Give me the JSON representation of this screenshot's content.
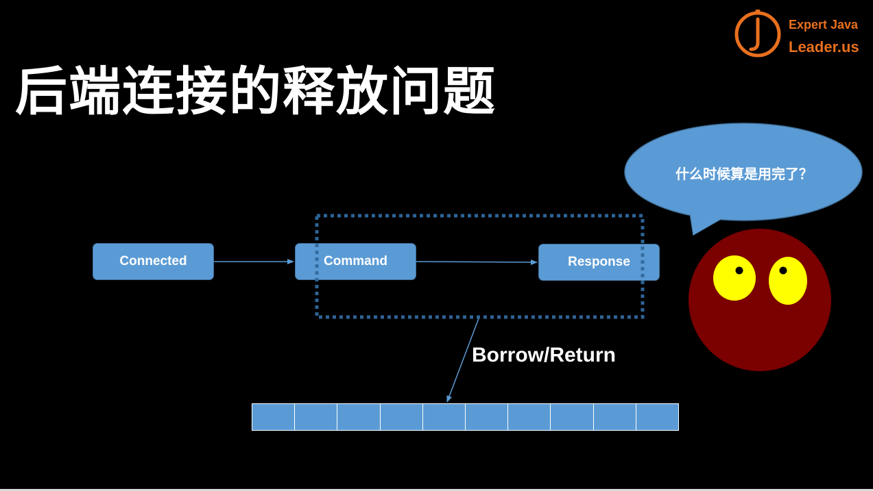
{
  "slide": {
    "title": "后端连接的释放问题",
    "logo": {
      "line1": "Expert Java",
      "line2": "Leader.us",
      "letter": "J",
      "color": "#e8701f"
    }
  },
  "diagram": {
    "states": [
      {
        "id": "connected",
        "label": "Connected"
      },
      {
        "id": "command",
        "label": "Command"
      },
      {
        "id": "response",
        "label": "Response"
      }
    ],
    "edges": [
      {
        "from": "connected",
        "to": "command"
      },
      {
        "from": "command",
        "to": "response"
      },
      {
        "from": "highlight-group",
        "to": "connection-pool",
        "label": "Borrow/Return"
      }
    ],
    "highlight_group": [
      "command",
      "response"
    ],
    "pool": {
      "slot_count": 10
    },
    "speech_bubble": {
      "text": "什么时候算是用完了？"
    },
    "colors": {
      "box_fill": "#5b9bd5",
      "box_border": "#41719c",
      "highlight_border": "#2e6496",
      "character_face": "#7b0000",
      "character_eyes": "#ffff00"
    }
  }
}
